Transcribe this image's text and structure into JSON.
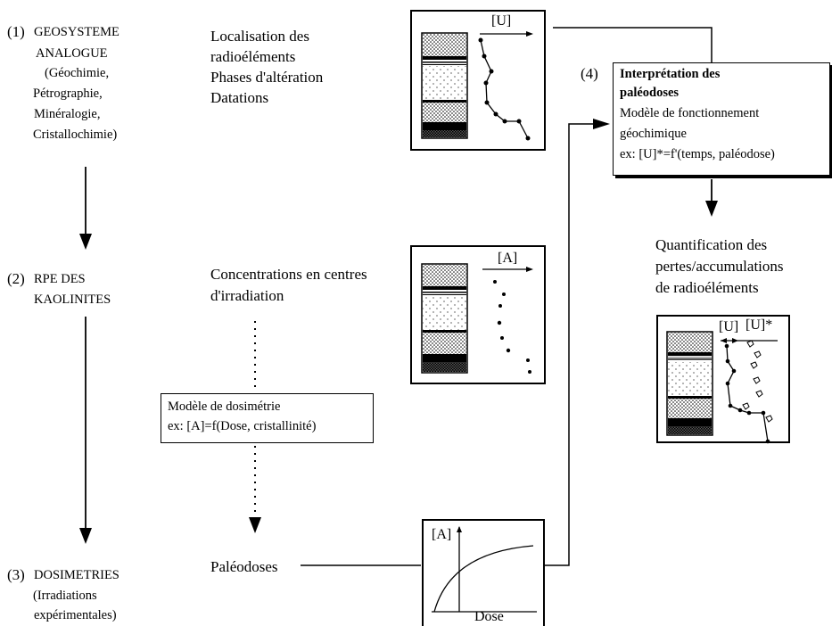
{
  "step1": {
    "number": "(1)",
    "title_lines": [
      "GEOSYSTEME",
      "ANALOGUE"
    ],
    "sub_lines": [
      "(Géochimie,",
      "Pétrographie,",
      "Minéralogie,",
      "Cristallochimie)"
    ]
  },
  "step2": {
    "number": "(2)",
    "title_lines": [
      "RPE DES",
      "KAOLINITES"
    ]
  },
  "step3": {
    "number": "(3)",
    "title": "DOSIMETRIES",
    "sub_lines": [
      "(Irradiations",
      "expérimentales)"
    ]
  },
  "step4": {
    "number": "(4)",
    "title_lines": [
      "Interprétation des",
      "paléodoses"
    ],
    "body_lines": [
      "Modèle de fonctionnement",
      "géochimique",
      "ex: [U]*=f'(temps, paléodose)"
    ]
  },
  "col_texts": {
    "top_lines": [
      "Localisation des",
      "radioéléments",
      "Phases d'altération",
      "Datations"
    ],
    "middle_lines": [
      "Concentrations en centres",
      "d'irradiation"
    ],
    "bottom": "Paléodoses"
  },
  "dosimetry_model": {
    "lines": [
      "Modèle de dosimétrie",
      "ex: [A]=f(Dose, cristallinité)"
    ]
  },
  "quantification": {
    "lines": [
      "Quantification des",
      "pertes/accumulations",
      "de radioéléments"
    ]
  },
  "profiles": {
    "top_label": "[U]",
    "middle_label": "[A]",
    "right_label_1": "[U]",
    "right_label_2": "[U]*"
  },
  "curve_plot": {
    "ylabel": "[A]",
    "xlabel": "Dose"
  }
}
